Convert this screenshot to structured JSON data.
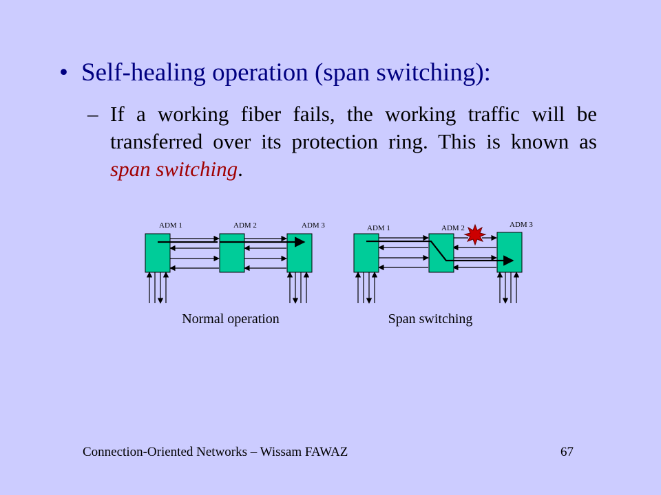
{
  "slide": {
    "bullet_marker": "•",
    "heading": "Self-healing operation (span switching):",
    "sub_marker": "–",
    "body_text": "If a working fiber fails, the working traffic will be transferred over its protection ring. This is known as ",
    "highlight_text": "span switching",
    "body_end": "."
  },
  "diagram": {
    "normal": {
      "caption": "Normal operation",
      "labels": [
        "ADM 1",
        "ADM 2",
        "ADM 3"
      ]
    },
    "span": {
      "caption": "Span switching",
      "labels": [
        "ADM 1",
        "ADM 2",
        "ADM 3"
      ]
    },
    "colors": {
      "node_fill": "#00cc99",
      "fault_fill": "#cc0000",
      "heading": "#000080",
      "highlight": "#a00000",
      "background": "#ccccff"
    }
  },
  "footer": {
    "left": "Connection-Oriented Networks – Wissam FAWAZ",
    "page_number": "67"
  }
}
